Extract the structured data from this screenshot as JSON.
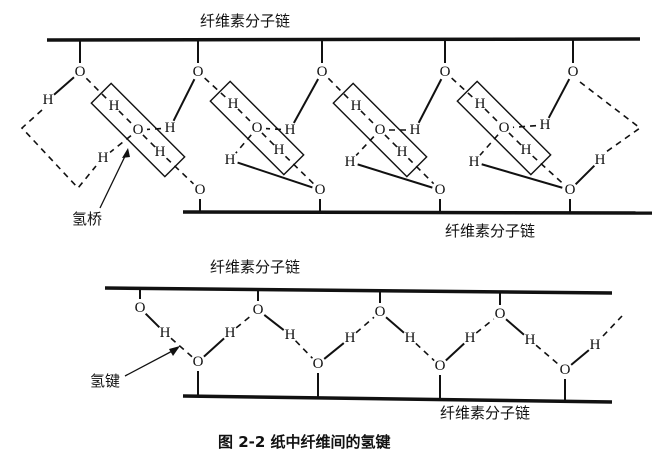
{
  "figure": {
    "caption": "图 2-2   纸中纤维间的氢键",
    "atoms": {
      "oxygen": "O",
      "hydrogen": "H"
    },
    "top_diagram": {
      "upper_chain_label": "纤维素分子链",
      "lower_chain_label": "纤维素分子链",
      "callout_label": "氢桥"
    },
    "bottom_diagram": {
      "upper_chain_label": "纤维素分子链",
      "lower_chain_label": "纤维素分子链",
      "callout_label": "氢键"
    }
  }
}
